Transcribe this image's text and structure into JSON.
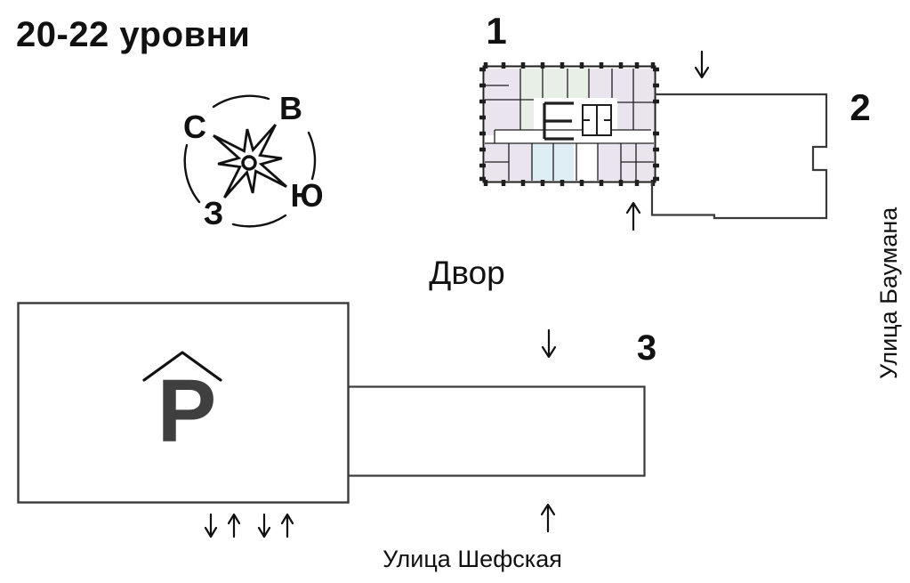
{
  "page": {
    "title": "20-22 уровни"
  },
  "compass": {
    "north": "С",
    "east": "В",
    "south": "Ю",
    "west": "З"
  },
  "buildings": {
    "b1": {
      "label": "1"
    },
    "b2": {
      "label": "2"
    },
    "b3": {
      "label": "3"
    }
  },
  "labels": {
    "courtyard": "Двор",
    "parking": "Р"
  },
  "streets": {
    "right": "Улица Баумана",
    "bottom": "Улица Шефская"
  },
  "icons": {
    "compass_rose": "compass-rose-icon",
    "parking_roof": "roof-chevron-icon",
    "entry_arrow_down": "arrow-down",
    "entry_arrow_up": "arrow-up"
  },
  "colors": {
    "wall": "#1f1f1f",
    "building_outline": "#3a3a3a",
    "room_green": "#e8efe7",
    "room_lavender": "#e9e4ee",
    "room_blue": "#dfedf4",
    "text": "#111111",
    "parking_symbol": "#3f3f3f"
  }
}
